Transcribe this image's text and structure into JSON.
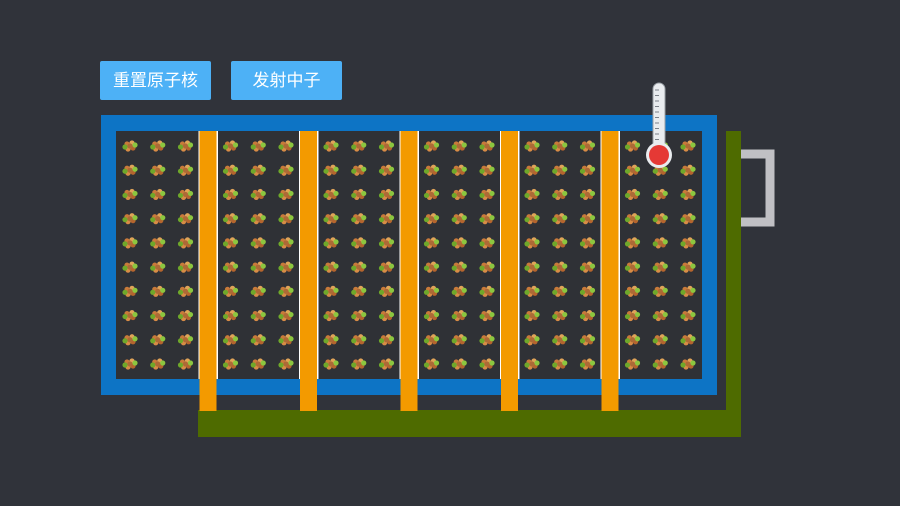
{
  "controls": {
    "reset_label": "重置原子核",
    "fire_label": "发射中子"
  },
  "reactor": {
    "nucleus_rows": 10,
    "nuclei_per_cell_row": 3,
    "chambers": 6,
    "control_rods": 5,
    "thermometer_level": 0.1
  },
  "colors": {
    "background": "#30333a",
    "button": "#4db1f6",
    "vessel": "#0d74c5",
    "vessel_inner": "#2f3136",
    "control_rod": "#f39a00",
    "coolant_pipe": "#4e6b00",
    "pump": "#c0c0c4",
    "separator": "#ffffff",
    "thermometer_bulb": "#e53935"
  }
}
